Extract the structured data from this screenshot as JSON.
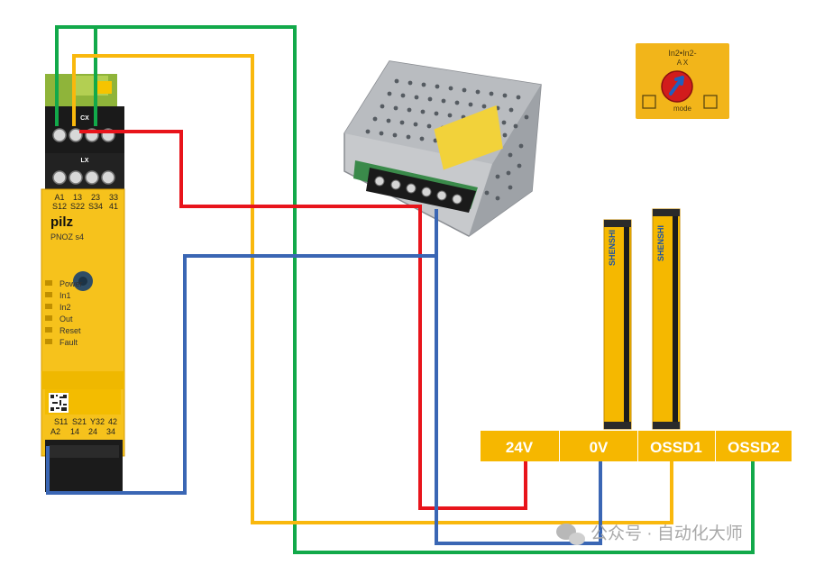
{
  "relay": {
    "brand": "pilz",
    "model": "PNOZ s4",
    "top_terminal_row_a": [
      "A1",
      "13",
      "23",
      "33"
    ],
    "top_terminal_row_b": [
      "S12",
      "S22",
      "S34",
      "41"
    ],
    "group_label_1": "CX",
    "group_label_2": "LX",
    "leds": [
      "Power",
      "In1",
      "In2",
      "Out",
      "Reset",
      "Fault"
    ],
    "bottom_terminal_row_a": [
      "S11",
      "S21",
      "Y32",
      "42"
    ],
    "bottom_terminal_row_b": [
      "A2",
      "14",
      "24",
      "34"
    ]
  },
  "mode_switch": {
    "in_a": "In2•In2-",
    "in_b": "A    X",
    "mode": "mode"
  },
  "light_curtain": {
    "brand": "SHENSHI"
  },
  "terminal_block": {
    "labels": [
      "24V",
      "0V",
      "OSSD1",
      "OSSD2"
    ],
    "fill_color": "#f6b700",
    "text_color": "#ffffff"
  },
  "wire_colors": {
    "red": "#e8141b",
    "yellow": "#f9b80d",
    "green": "#12a94a",
    "blue": "#3a66b4"
  },
  "watermark": {
    "text": "公众号 · 自动化大师"
  }
}
